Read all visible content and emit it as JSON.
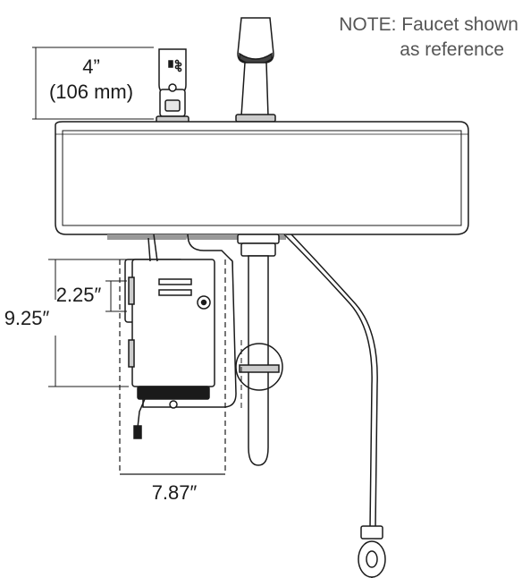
{
  "note": {
    "line1": "NOTE: Faucet shown",
    "line2": "as reference"
  },
  "dimensions": {
    "height_inch": "4”",
    "height_mm": "(106 mm)",
    "box_height": "9.25″",
    "bracket_height": "2.25″",
    "box_width": "7.87″"
  }
}
